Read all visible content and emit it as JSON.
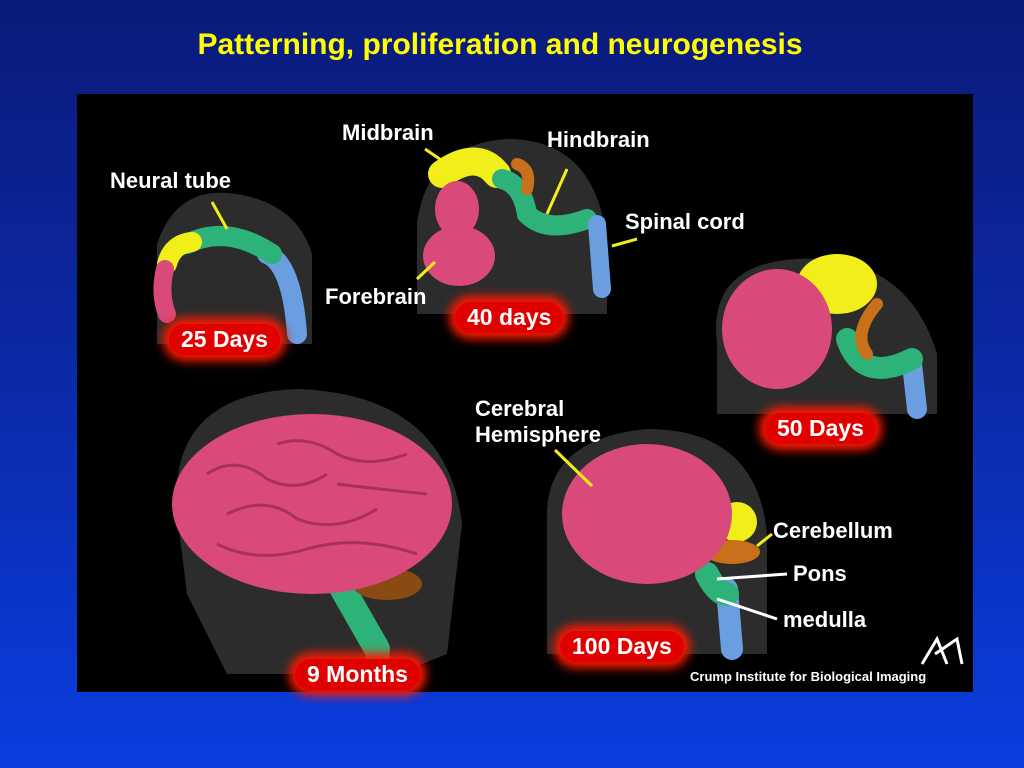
{
  "title": "Patterning, proliferation and neurogenesis",
  "labels": {
    "neural_tube": "Neural tube",
    "midbrain": "Midbrain",
    "hindbrain": "Hindbrain",
    "spinal_cord": "Spinal cord",
    "forebrain": "Forebrain",
    "cerebral_line1": "Cerebral",
    "cerebral_line2": "Hemisphere",
    "cerebellum": "Cerebellum",
    "pons": "Pons",
    "medulla": "medulla"
  },
  "stages": {
    "s25": "25 Days",
    "s40": "40 days",
    "s50": "50 Days",
    "s100": "100 Days",
    "s9m": "9 Months"
  },
  "credit": "Crump Institute for Biological Imaging",
  "colors": {
    "forebrain": "#d94a7a",
    "midbrain": "#f2ee1a",
    "hindbrain": "#2db37a",
    "spinal": "#6a9ee0",
    "cerebellum": "#c8701a",
    "head": "#3a3a3a"
  }
}
